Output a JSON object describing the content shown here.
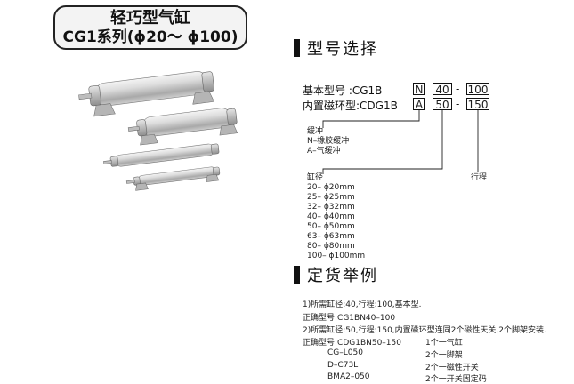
{
  "title": {
    "line1": "轻巧型气缸",
    "line2": "CG1系列(ϕ20～ ϕ100)"
  },
  "model_selection": {
    "heading": "型号选择",
    "row1": {
      "label": "基本型号  :CG1B",
      "cushion": "N",
      "bore": "40",
      "dash": "-",
      "stroke": "100"
    },
    "row2": {
      "label": "内置磁环型:CDG1B",
      "cushion": "A",
      "bore": "50",
      "dash": "-",
      "stroke": "150"
    },
    "cushion_title": "缓冲",
    "cushion_options": [
      "N–橡胶缓冲",
      "A–气缓冲"
    ],
    "bore_title": "缸径",
    "bore_options": [
      "20– ϕ20mm",
      "25– ϕ25mm",
      "32– ϕ32mm",
      "40– ϕ40mm",
      "50– ϕ50mm",
      "63– ϕ63mm",
      "80– ϕ80mm",
      "100– ϕ100mm"
    ],
    "stroke_title": "行程"
  },
  "order_example": {
    "heading": "定货举例",
    "ex1_desc": "1)所需缸径:40,行程:100,基本型.",
    "ex1_model": "正确型号:CG1BN40–100",
    "ex2_desc": "2)所需缸径:50,行程:150,内置磁环型连同2个磁性天关,2个脚架安装.",
    "ex2_model": "正确型号:CDG1BN50–150",
    "ex2_parts": [
      {
        "code": "",
        "qty": "1个一气缸"
      },
      {
        "code": "CG–L050",
        "qty": "2个一脚架"
      },
      {
        "code": "D–C73L",
        "qty": "2个一磁性开关"
      },
      {
        "code": "BMA2–050",
        "qty": "2个一开关固定码"
      }
    ]
  }
}
